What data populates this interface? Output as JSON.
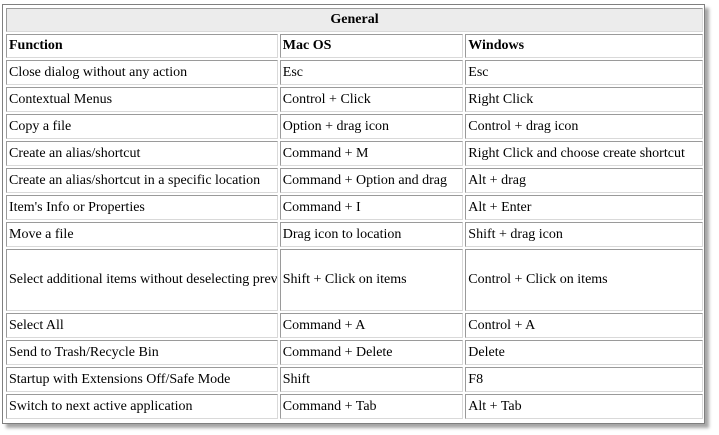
{
  "table": {
    "title": "General",
    "headers": [
      "Function",
      "Mac OS",
      "Windows"
    ],
    "rows": [
      [
        "Close dialog without any action",
        "Esc",
        "Esc"
      ],
      [
        "Contextual Menus",
        "Control + Click",
        "Right Click"
      ],
      [
        "Copy a file",
        "Option + drag icon",
        "Control + drag icon"
      ],
      [
        "Create an alias/shortcut",
        "Command + M",
        "Right Click and choose create shortcut"
      ],
      [
        "Create an alias/shortcut in a specific location",
        "Command + Option and drag",
        "Alt + drag"
      ],
      [
        "Item's Info or Properties",
        "Command + I",
        "Alt + Enter"
      ],
      [
        "Move a file",
        "Drag icon to location",
        "Shift + drag icon"
      ],
      [
        "Select additional items without deselecting previously selected items",
        "Shift + Click on items",
        "Control + Click on items"
      ],
      [
        "Select All",
        "Command + A",
        "Control + A"
      ],
      [
        "Send to Trash/Recycle Bin",
        "Command + Delete",
        "Delete"
      ],
      [
        "Startup with Extensions Off/Safe Mode",
        "Shift",
        "F8"
      ],
      [
        "Switch to next active application",
        "Command + Tab",
        "Alt + Tab"
      ]
    ]
  }
}
